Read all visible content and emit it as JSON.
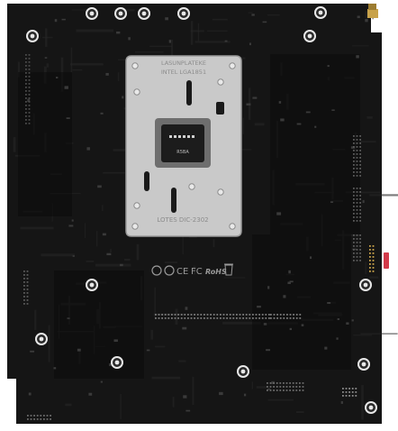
{
  "image": {
    "subject": "motherboard-rear",
    "colors": {
      "background": "#ffffff",
      "pcb": "#151515",
      "pcb_dark": "#0b0b0b",
      "trace": "#262626",
      "backplate": "#c9c9c9",
      "backplate_edge": "#9a9a9a",
      "screw_ring": "#e8e8e8",
      "gold_pin": "#c8a24a",
      "red_antenna": "#d23a4a",
      "silkscreen": "#8a8a8a"
    }
  },
  "backplate": {
    "top_text": "LASUNPLATEKE",
    "top_text_2": "INTEL LGA1851",
    "bottom_text": "LOTES DIC-2302",
    "ic_label": "R5BA"
  },
  "certifications": {
    "marks": [
      "CE",
      "FC",
      "RoHS"
    ]
  }
}
